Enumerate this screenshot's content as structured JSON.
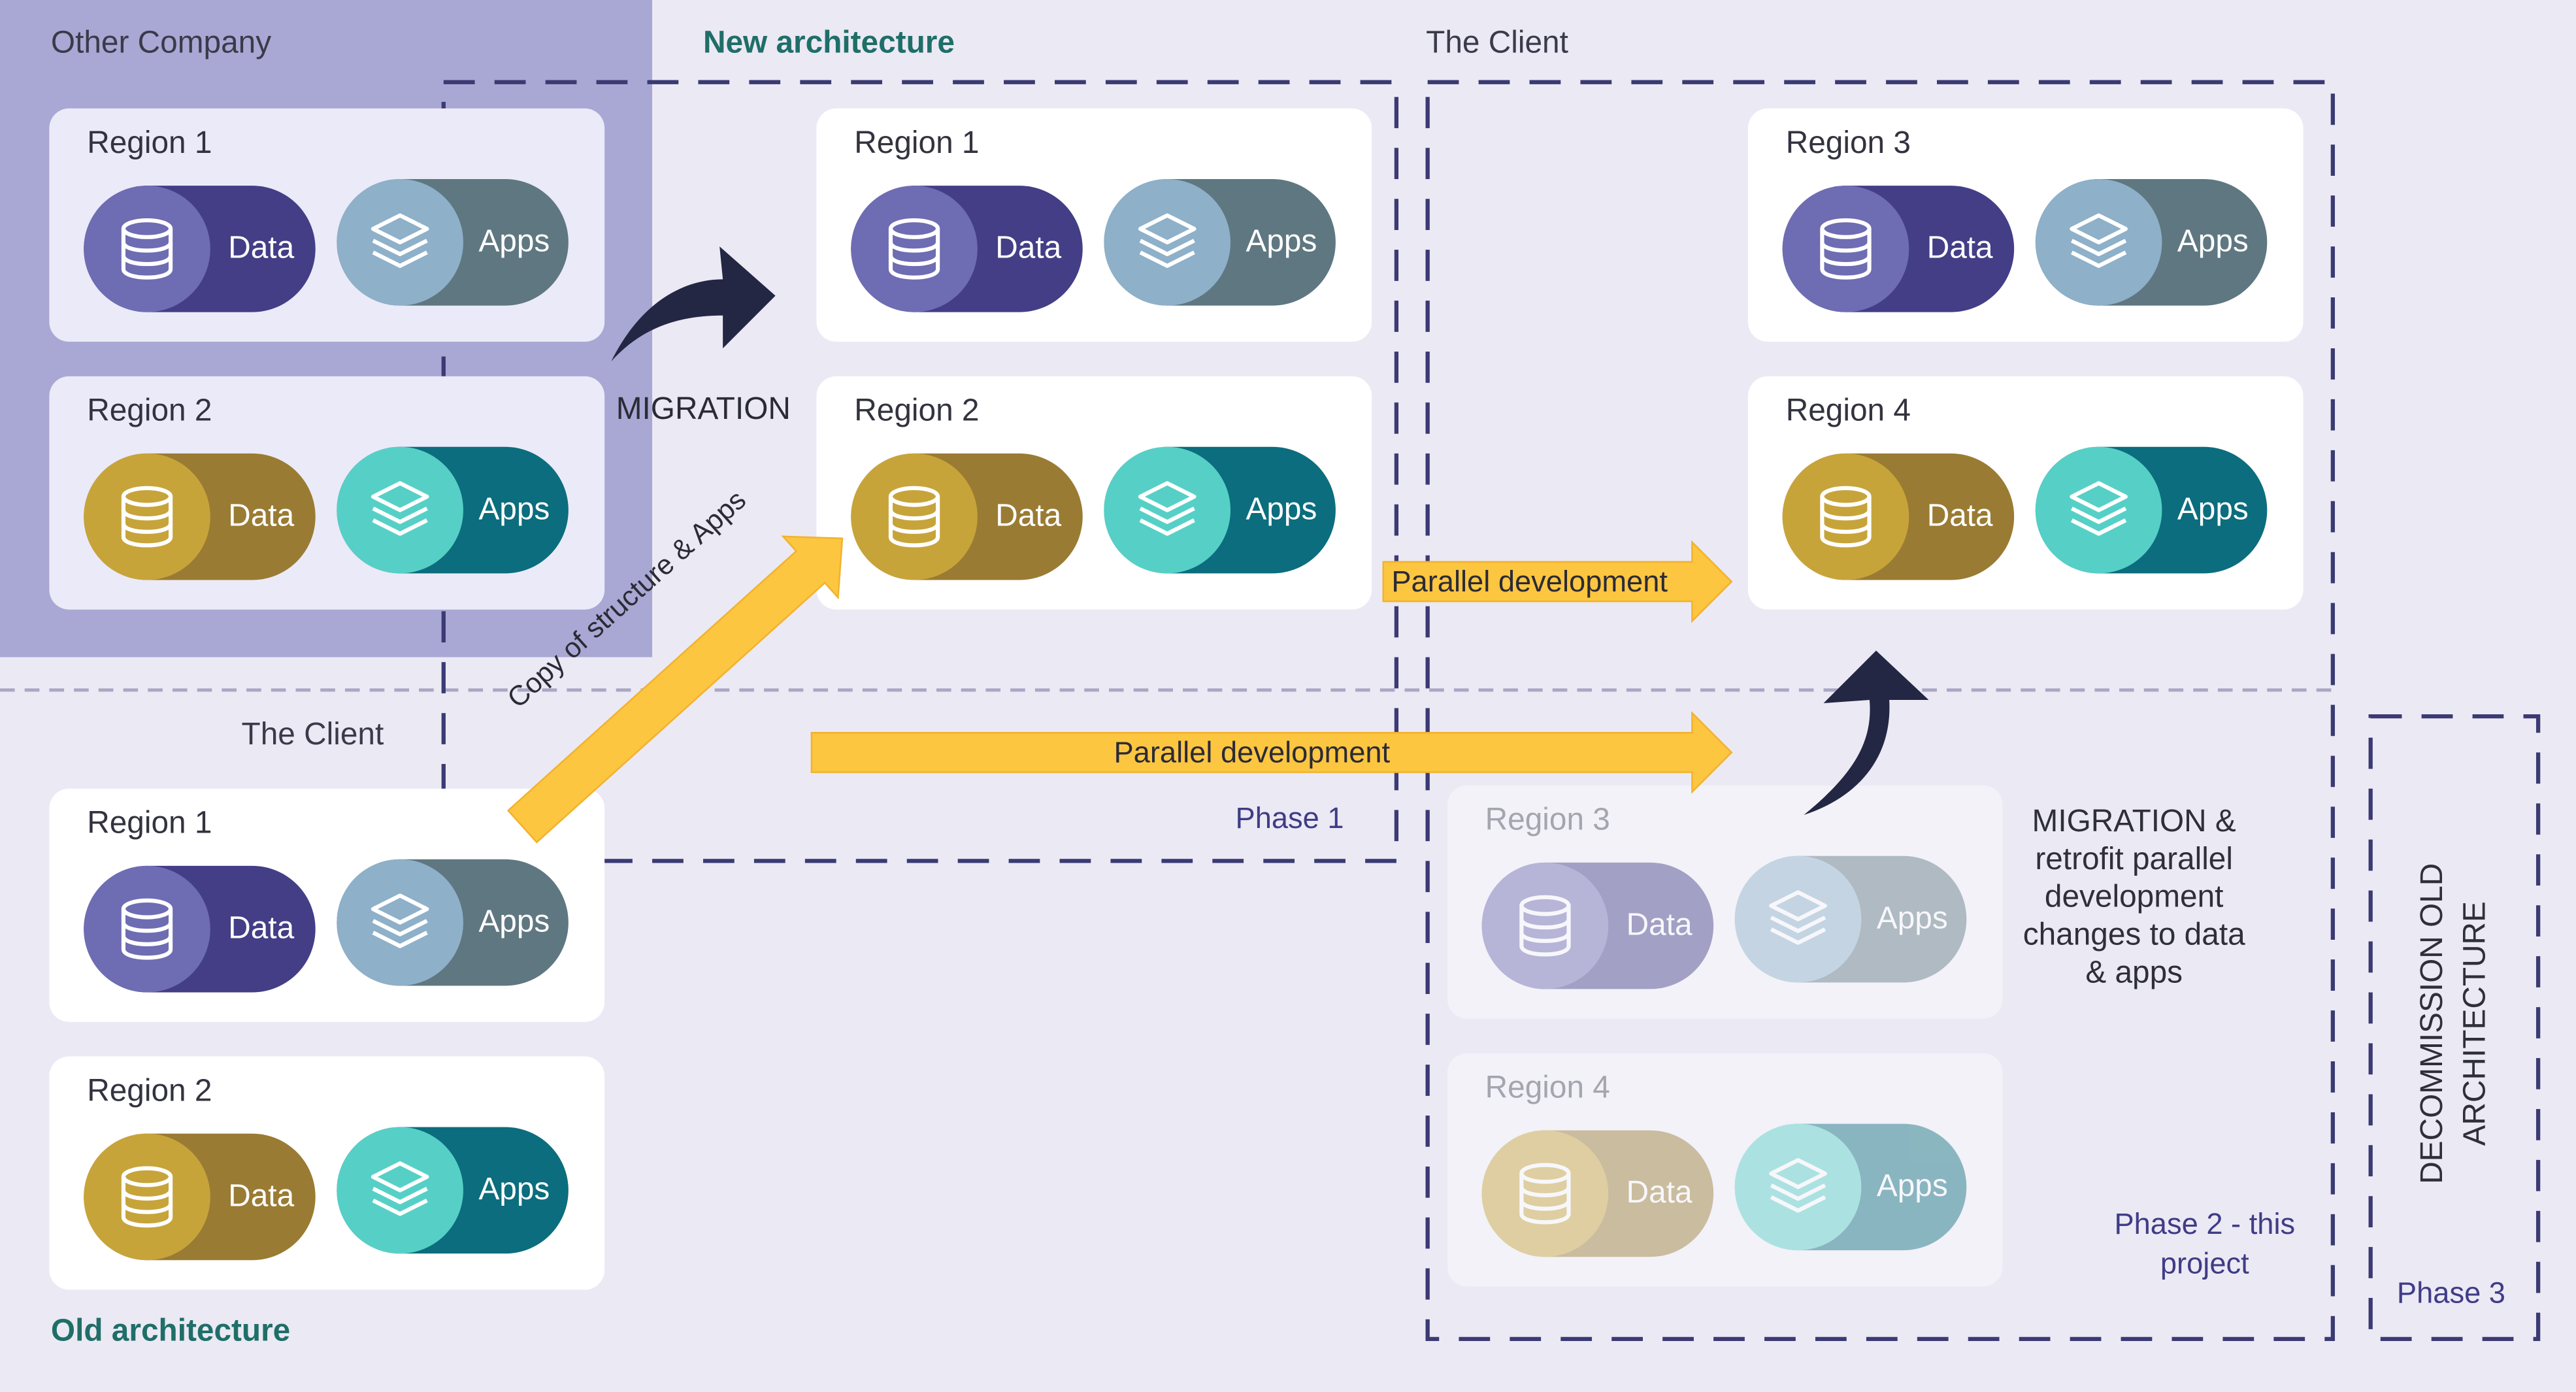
{
  "sections": {
    "other_company": "Other Company",
    "new_architecture": "New architecture",
    "the_client_top": "The Client",
    "the_client_bottom": "The Client",
    "old_architecture": "Old architecture"
  },
  "labels": {
    "migration": "MIGRATION",
    "copy_structure": "Copy of structure & Apps",
    "parallel_dev_upper": "Parallel development",
    "parallel_dev_lower": "Parallel development",
    "migration_retrofit": "MIGRATION & retrofit parallel development changes to data & apps",
    "decommission": "DECOMMISSION OLD ARCHITECTURE"
  },
  "phases": {
    "phase1": "Phase 1",
    "phase2": "Phase 2 - this project",
    "phase3": "Phase 3"
  },
  "pill_labels": {
    "data": "Data",
    "apps": "Apps"
  },
  "regions": {
    "other_company": [
      {
        "title": "Region 1"
      },
      {
        "title": "Region 2"
      }
    ],
    "new_architecture": [
      {
        "title": "Region 1"
      },
      {
        "title": "Region 2"
      }
    ],
    "client_new": [
      {
        "title": "Region 3"
      },
      {
        "title": "Region 4"
      }
    ],
    "old_architecture": [
      {
        "title": "Region 1"
      },
      {
        "title": "Region 2"
      }
    ],
    "client_old_faded": [
      {
        "title": "Region 3"
      },
      {
        "title": "Region 4"
      }
    ]
  },
  "colors": {
    "data_purple_circle": "#6e6cb2",
    "data_purple_body": "#433e86",
    "data_gold_circle": "#c7a43a",
    "data_gold_body": "#9a7b33",
    "apps_gray_circle": "#8eb0c9",
    "apps_gray_body": "#5f7781",
    "apps_teal_circle": "#56d0c6",
    "apps_teal_body": "#0b6d7d",
    "highlight_panel": "#a9a8d4",
    "arrow_yellow": "#fdc641",
    "arrow_dark": "#232744",
    "dash_border": "#3b3a73"
  }
}
